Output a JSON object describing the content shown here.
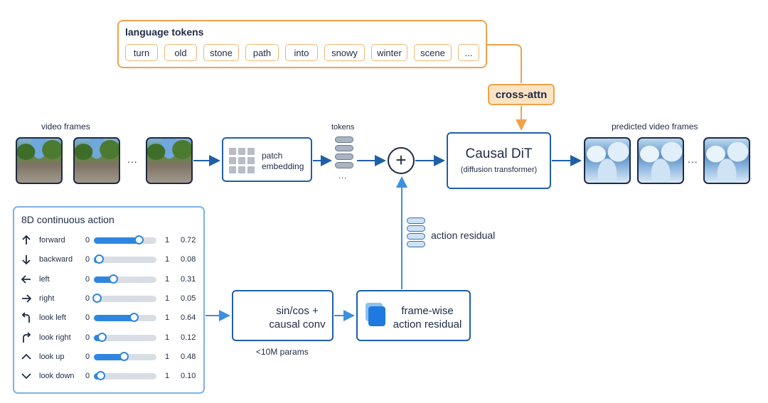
{
  "language_tokens": {
    "title": "language tokens",
    "tokens": [
      "turn",
      "old",
      "stone",
      "path",
      "into",
      "snowy",
      "winter",
      "scene",
      "..."
    ]
  },
  "cross_attn": "cross-attn",
  "video_frames": {
    "caption": "video frames",
    "ellipsis": "..."
  },
  "patch_embedding": {
    "label_line1": "patch",
    "label_line2": "embedding"
  },
  "tokens": {
    "caption": "tokens",
    "ellipsis": "..."
  },
  "plus": "+",
  "causal_dit": {
    "title": "Causal DiT",
    "subtitle": "(diffusion transformer)"
  },
  "predicted_frames": {
    "caption": "predicted video frames",
    "ellipsis": "..."
  },
  "action_panel": {
    "title": "8D continuous action",
    "min_label": "0",
    "max_label": "1",
    "actions": [
      {
        "label": "forward",
        "icon": "arrow-up-icon",
        "value": 0.72,
        "value_text": "0.72"
      },
      {
        "label": "backward",
        "icon": "arrow-down-icon",
        "value": 0.08,
        "value_text": "0.08"
      },
      {
        "label": "left",
        "icon": "arrow-left-icon",
        "value": 0.31,
        "value_text": "0.31"
      },
      {
        "label": "right",
        "icon": "arrow-right-icon",
        "value": 0.05,
        "value_text": "0.05"
      },
      {
        "label": "look left",
        "icon": "turn-left-icon",
        "value": 0.64,
        "value_text": "0.64"
      },
      {
        "label": "look right",
        "icon": "turn-right-icon",
        "value": 0.12,
        "value_text": "0.12"
      },
      {
        "label": "look up",
        "icon": "chevron-up-icon",
        "value": 0.48,
        "value_text": "0.48"
      },
      {
        "label": "look down",
        "icon": "chevron-down-icon",
        "value": 0.1,
        "value_text": "0.10"
      }
    ]
  },
  "sincos": {
    "line1": "sin/cos +",
    "line2": "causal conv",
    "params": "<10M params"
  },
  "framewise": {
    "line1": "frame-wise",
    "line2": "action residual"
  },
  "action_residual": "action residual",
  "colors": {
    "orange": "#f0a24a",
    "blue": "#1f5fa8",
    "accent": "#2f86e0",
    "ink": "#1f2a44"
  }
}
